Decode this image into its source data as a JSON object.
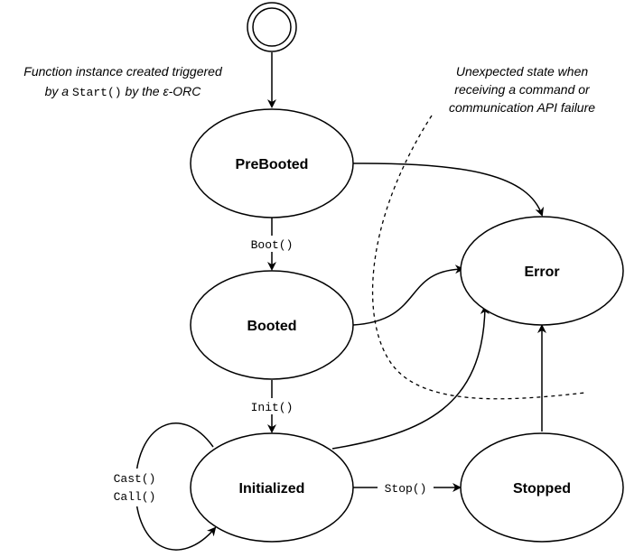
{
  "states": {
    "prebooted": "PreBooted",
    "booted": "Booted",
    "initialized": "Initialized",
    "stopped": "Stopped",
    "error": "Error"
  },
  "transitions": {
    "boot": "Boot()",
    "init": "Init()",
    "cast": "Cast()",
    "call": "Call()",
    "stop": "Stop()"
  },
  "annotations": {
    "start_line1": "Function instance created triggered",
    "start_line2_pre": "by a ",
    "start_line2_code": "Start()",
    "start_line2_post": " by the ε-ORC",
    "error_line1": "Unexpected state when",
    "error_line2": "receiving a command or",
    "error_line3": "communication API failure"
  }
}
